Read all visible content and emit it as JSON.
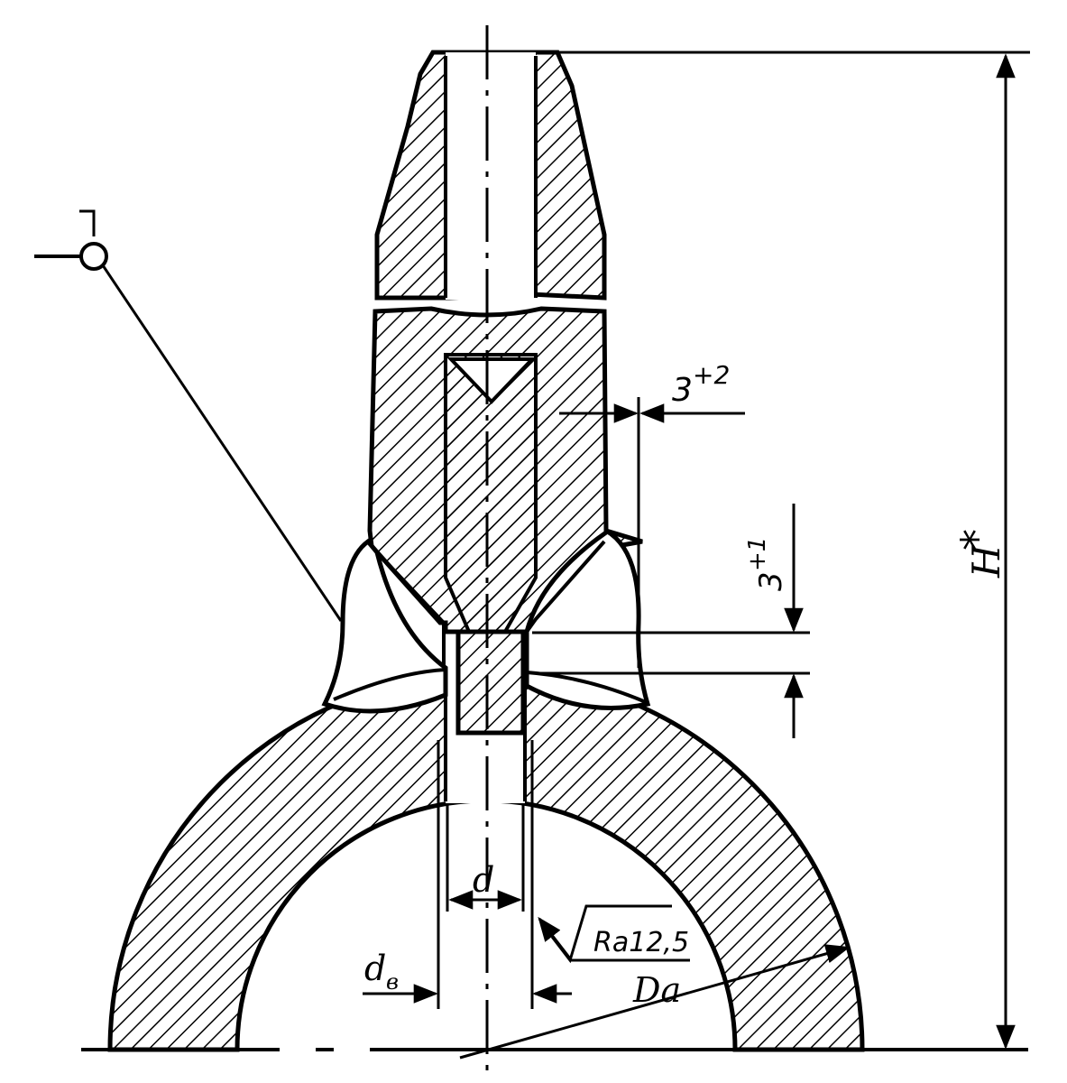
{
  "labels": {
    "gap_top": "3",
    "gap_top_tol": "+2",
    "gap_side": "3",
    "gap_side_tol": "+1",
    "height": "H",
    "height_mark": "*",
    "inner_d": "d",
    "hole_d": "d",
    "hole_d_sub": "в",
    "outer_d": "Da",
    "roughness": "Ra12,5"
  }
}
